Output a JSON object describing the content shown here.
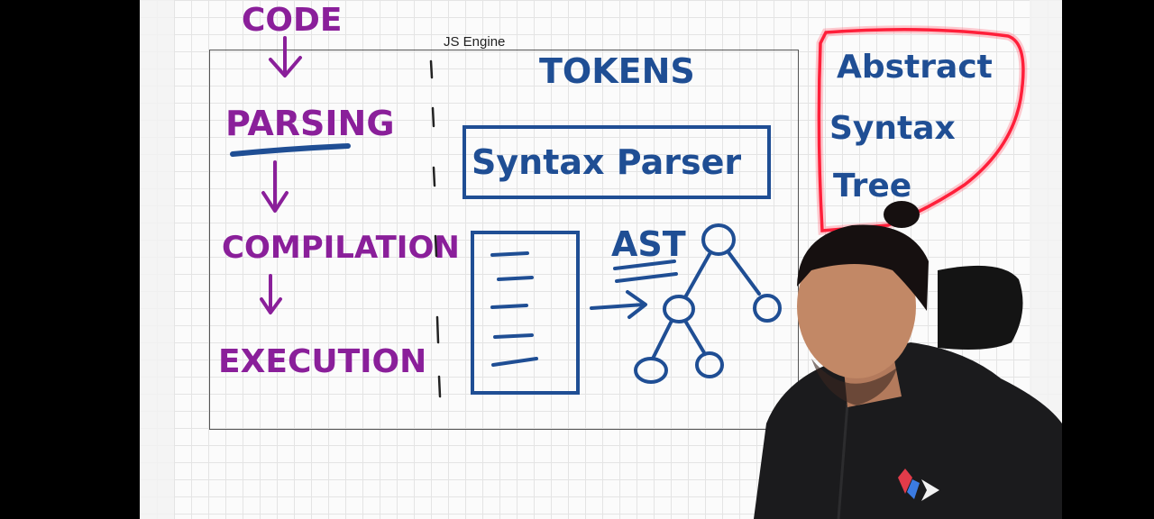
{
  "board": {
    "engine_title": "JS Engine",
    "code": "CODE",
    "parsing": "PARSING",
    "compilation": "COMPILATION",
    "execution": "EXECUTION",
    "tokens": "TOKENS",
    "syntax_parser": "Syntax Parser",
    "ast": "AST",
    "ast_note": [
      "Abstract",
      "Syntax",
      "Tree"
    ]
  },
  "colors": {
    "purple_ink": "#8a1f9a",
    "blue_ink": "#1f4e94",
    "red_highlight": "#ff1f3a",
    "grid_bg": "#fbfbfb"
  },
  "presenter": {
    "description_icon": "presenter-video-feed",
    "hoodie_logo_icon": "logo-icon"
  }
}
